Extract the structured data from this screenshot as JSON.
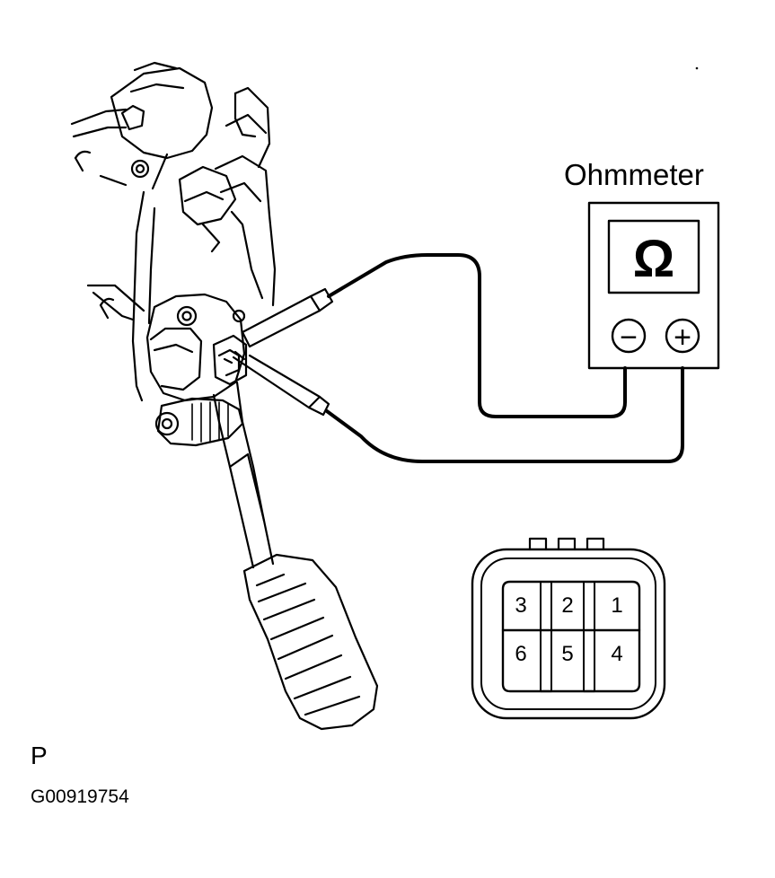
{
  "ohmmeter": {
    "title": "Ohmmeter",
    "symbol": "Ω",
    "minus": "−",
    "plus": "+"
  },
  "connector": {
    "top_row": [
      "3",
      "2",
      "1"
    ],
    "bottom_row": [
      "6",
      "5",
      "4"
    ]
  },
  "view_code": "P",
  "figure_id": "G00919754"
}
